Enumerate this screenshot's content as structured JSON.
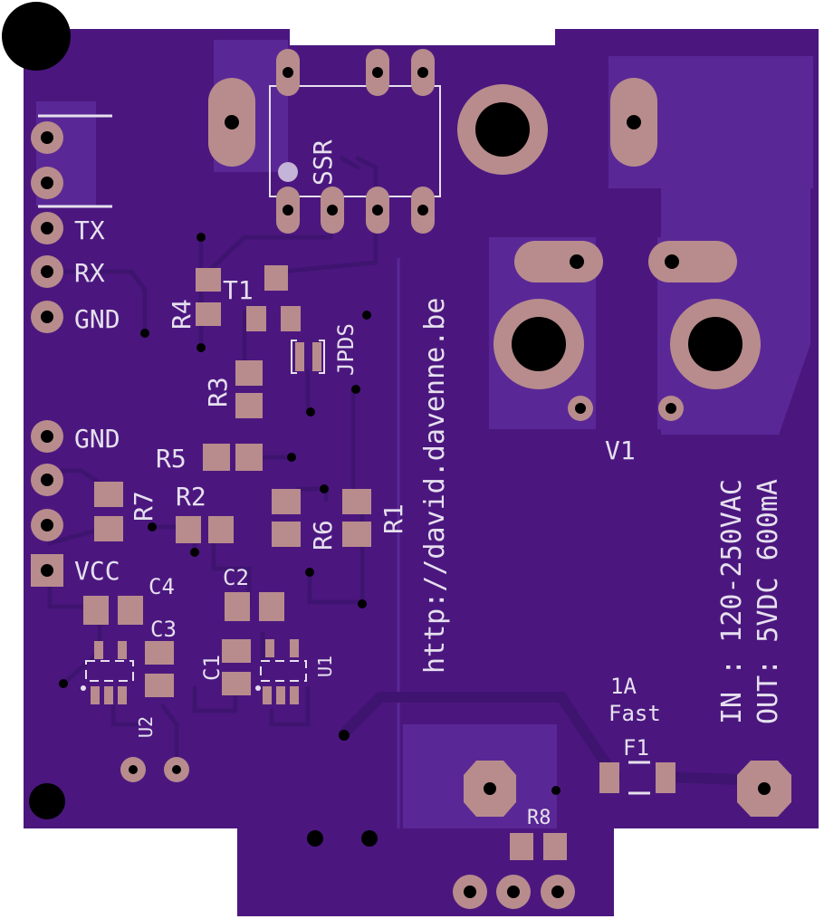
{
  "board": {
    "colors": {
      "substrate": "#4b177f",
      "copper_pour": "#5a2896",
      "trace": "#4a1a80",
      "pad": "#b88c8c",
      "silk": "#e6e0ee",
      "drill": "#000000"
    },
    "header_labels": {
      "tx": "TX",
      "rx": "RX",
      "gnd1": "GND",
      "gnd2": "GND",
      "vcc": "VCC"
    },
    "component_labels": {
      "ssr": "SSR",
      "t1": "T1",
      "r4": "R4",
      "r3": "R3",
      "r5": "R5",
      "jpds": "JPDS",
      "r7": "R7",
      "r2": "R2",
      "r6": "R6",
      "r1": "R1",
      "c4": "C4",
      "c3": "C3",
      "c2": "C2",
      "c1": "C1",
      "u1": "U1",
      "u2": "U2",
      "v1": "V1",
      "f1": "F1",
      "r8": "R8"
    },
    "url": "http://david.davenne.be",
    "fuse_rating_line1": "1A",
    "fuse_rating_line2": "Fast",
    "input_spec": "IN : 120-250VAC",
    "output_spec": "OUT: 5VDC 600mA"
  }
}
